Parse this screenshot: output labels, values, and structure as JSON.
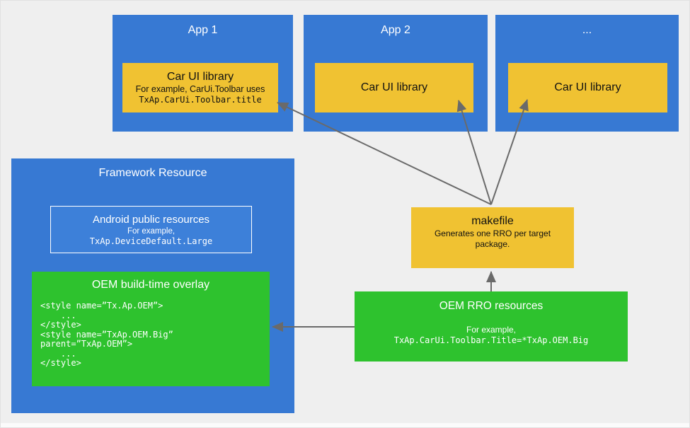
{
  "colors": {
    "blue": "#3779D3",
    "blue-inner": "#3D80D9",
    "yellow": "#F0C232",
    "green": "#2EC22E",
    "background": "#EFEFEF",
    "arrow": "#6A6A6A"
  },
  "apps": [
    {
      "title": "App 1",
      "library": {
        "title": "Car UI library",
        "line2": "For example, CarUi.Toolbar uses",
        "line3": "TxAp.CarUi.Toolbar.title"
      }
    },
    {
      "title": "App 2",
      "library": {
        "title": "Car UI library"
      }
    },
    {
      "title": "...",
      "library": {
        "title": "Car UI library"
      }
    }
  ],
  "framework": {
    "title": "Framework Resource",
    "public_resources": {
      "title": "Android public resources",
      "line2": "For example,",
      "line3": "TxAp.DeviceDefault.Large"
    },
    "overlay": {
      "title": "OEM build-time overlay",
      "code": [
        "<style name=”Tx.Ap.OEM”>",
        "    ...",
        "</style>",
        "<style name=”TxAp.OEM.Big”",
        "parent=”TxAp.OEM”>",
        "    ...",
        "</style>"
      ]
    }
  },
  "makefile": {
    "title": "makefile",
    "subtitle": "Generates one RRO per target package."
  },
  "rro": {
    "title": "OEM RRO resources",
    "line2": "For example,",
    "line3": "TxAp.CarUi.Toolbar.Title=*TxAp.OEM.Big"
  }
}
